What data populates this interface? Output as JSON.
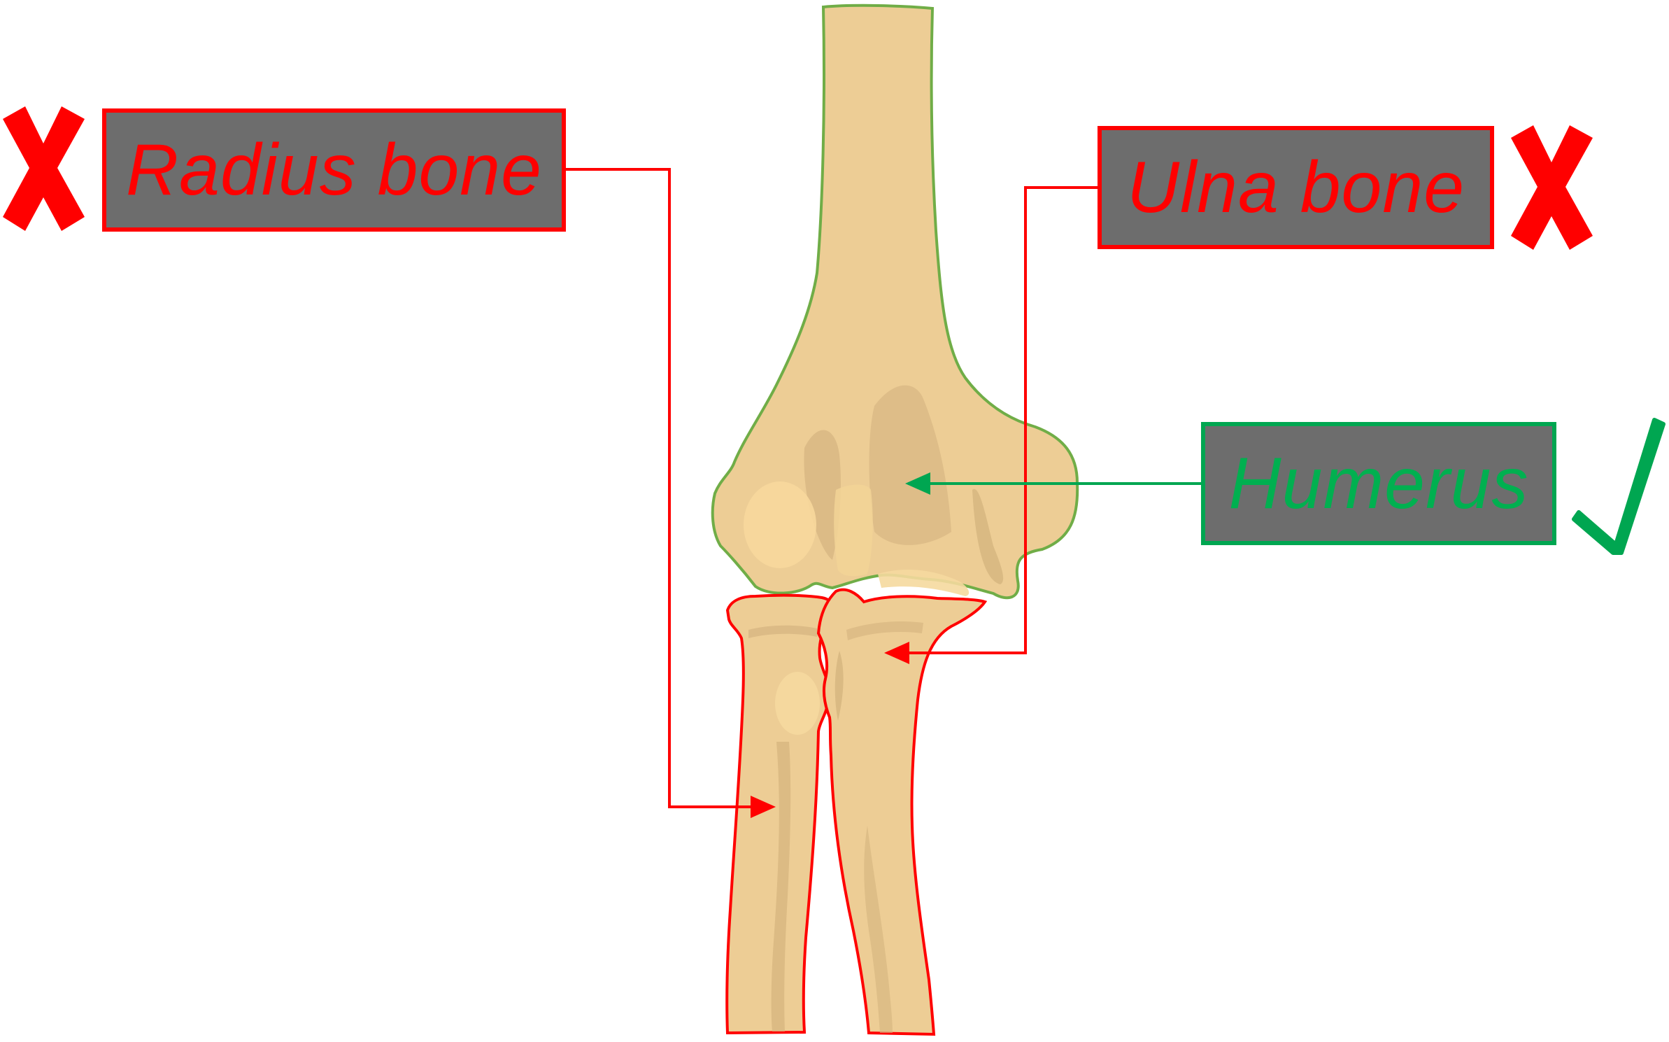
{
  "labels": {
    "radius": {
      "text": "Radius bone",
      "status": "incorrect",
      "color": "#ff0000"
    },
    "ulna": {
      "text": "Ulna bone",
      "status": "incorrect",
      "color": "#ff0000"
    },
    "humerus": {
      "text": "Humerus",
      "status": "correct",
      "color": "#00b050"
    }
  },
  "colors": {
    "label_fill": "#6d6d6d",
    "bone_fill": "#edcd95",
    "bone_shadow": "#d2b27c",
    "humerus_outline": "#70ad47",
    "forearm_outline": "#ff0000",
    "wrong_mark": "#ff0000",
    "right_mark": "#00a651"
  },
  "icons": {
    "wrong": "cross-mark-icon",
    "right": "check-mark-icon"
  }
}
